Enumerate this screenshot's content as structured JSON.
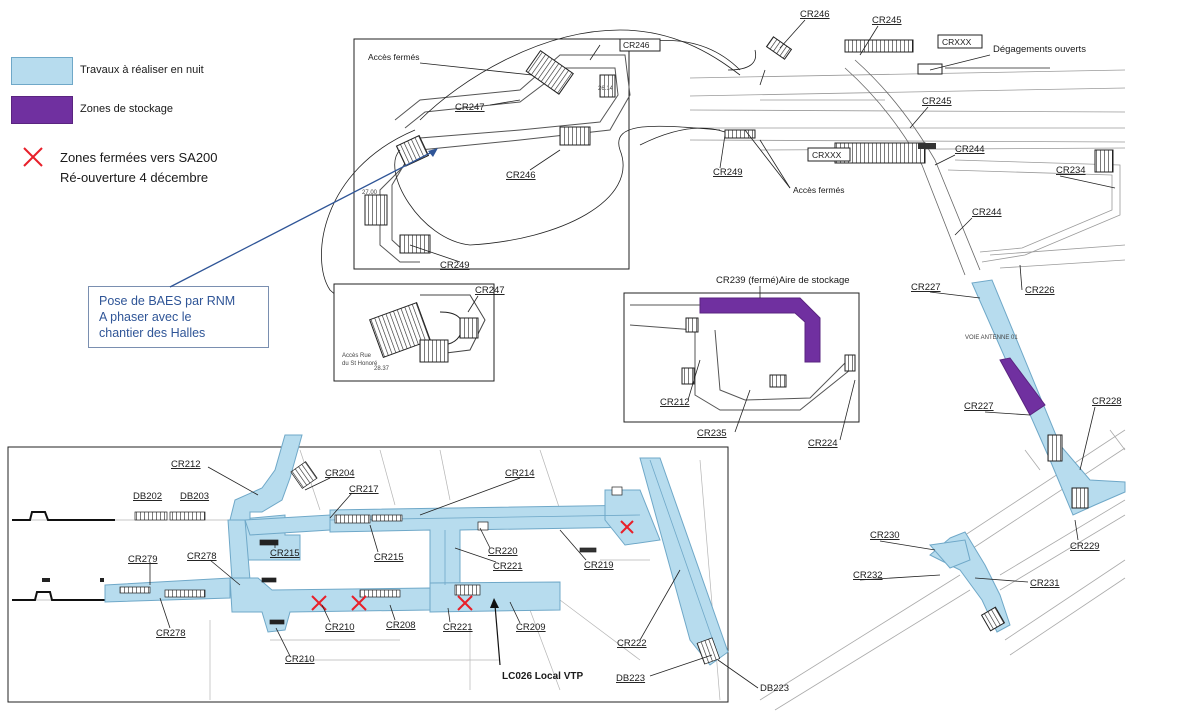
{
  "legend": {
    "night_works": "Travaux à réaliser en nuit",
    "storage": "Zones de stockage",
    "closed_line1": "Zones fermées vers SA200",
    "closed_line2": "Ré-ouverture 4 décembre",
    "colors": {
      "night_works": "#b7dcee",
      "storage": "#7030a0",
      "closed": "#e8202a",
      "works_stroke": "#6fa8c8"
    }
  },
  "callout": {
    "line1": "Pose de BAES par RNM",
    "line2": "A phaser avec le",
    "line3": "chantier des Halles",
    "color": "#2f5597"
  },
  "labels": {
    "cr246_top": "CR246",
    "cr245_top": "CR245",
    "crxxx_top": "CRXXX",
    "degagements": "Dégagements ouverts",
    "cr245_mid": "CR245",
    "crxxx_mid": "CRXXX",
    "cr244_a": "CR244",
    "cr249_right": "CR249",
    "acces_fermes_right": "Accès fermés",
    "cr234": "CR234",
    "cr244_b": "CR244",
    "cr226": "CR226",
    "cr227_a": "CR227",
    "voie": "VOIE ANTENNE 01",
    "cr227_b": "CR227",
    "cr228": "CR228",
    "cr229": "CR229",
    "cr230": "CR230",
    "cr232": "CR232",
    "cr231": "CR231",
    "inset1_box": "CR246",
    "inset1_acces": "Accès fermés",
    "inset1_cr247": "CR247",
    "inset1_cr246": "CR246",
    "inset1_cr249": "CR249",
    "inset2_cr247": "CR247",
    "inset3_title": "CR239 (fermé)Aire de stockage",
    "inset3_cr212": "CR212",
    "inset3_cr235": "CR235",
    "inset3_cr224": "CR224",
    "cr212": "CR212",
    "db202": "DB202",
    "db203": "DB203",
    "cr204": "CR204",
    "cr217": "CR217",
    "cr214": "CR214",
    "cr215_a": "CR215",
    "cr215_b": "CR215",
    "cr220": "CR220",
    "cr219": "CR219",
    "cr221_a": "CR221",
    "cr279": "CR279",
    "cr278_a": "CR278",
    "cr278_b": "CR278",
    "cr210_a": "CR210",
    "cr208": "CR208",
    "cr221_b": "CR221",
    "cr209": "CR209",
    "cr210_b": "CR210",
    "lc026": "LC026 Local VTP",
    "cr222": "CR222",
    "db223_a": "DB223",
    "db223_b": "DB223"
  }
}
